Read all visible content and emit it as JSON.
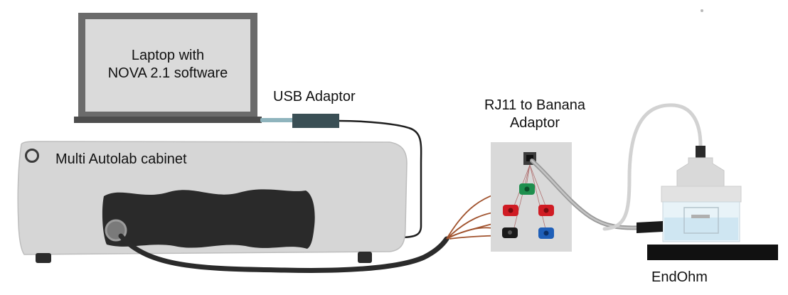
{
  "laptop": {
    "label_line1": "Laptop with",
    "label_line2": "NOVA 2.1 software"
  },
  "usb_adaptor": {
    "label": "USB Adaptor"
  },
  "cabinet": {
    "label": "Multi Autolab cabinet"
  },
  "rj11_adaptor": {
    "label_line1": "RJ11 to Banana",
    "label_line2": "Adaptor",
    "plugs": [
      "green",
      "red",
      "red",
      "black",
      "blue"
    ]
  },
  "endohm": {
    "label": "EndOhm"
  },
  "colors": {
    "laptop_frame": "#6b6b6b",
    "laptop_screen": "#d9d9d9",
    "cabinet_body": "#d6d6d6",
    "port_panel": "#2a2a2a",
    "usb_adaptor": "#3a4f55",
    "plug_green": "#1e8f4e",
    "plug_red": "#d01c24",
    "plug_black": "#1a1a1a",
    "plug_blue": "#1f5fb8",
    "wire_copper": "#a0522d",
    "cable_grey": "#9a9a9a",
    "solution_blue": "#cfe6f2"
  }
}
